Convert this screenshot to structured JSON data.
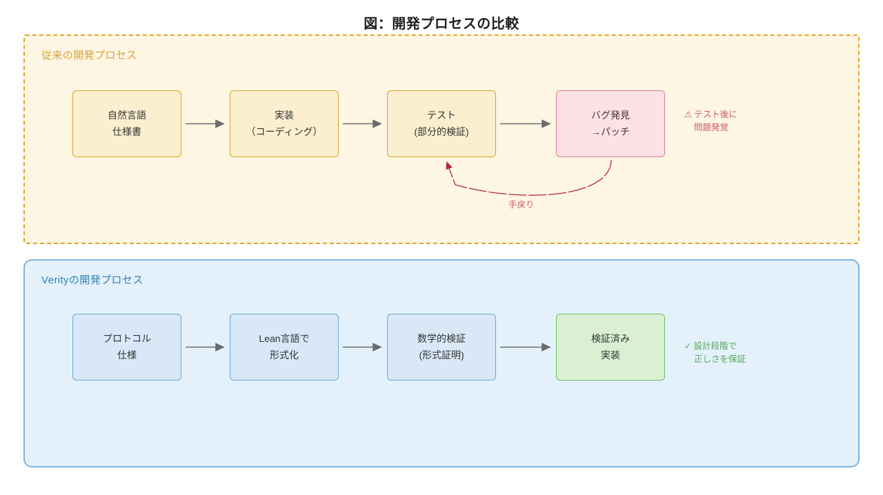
{
  "title": "図：開発プロセスの比較",
  "panels": {
    "legacy": {
      "title": "従来の開発プロセス",
      "style": "dashed",
      "accent": "#e2a52c",
      "background": "#fdf6e3",
      "nodes": [
        {
          "line1": "自然言語",
          "line2": "仕様書",
          "color": "amber"
        },
        {
          "line1": "実装",
          "line2": "（コーディング）",
          "color": "amber"
        },
        {
          "line1": "テスト",
          "line2": "(部分的検証)",
          "color": "amber"
        },
        {
          "line1": "バグ発見",
          "line2": "→パッチ",
          "color": "pink"
        }
      ],
      "note": {
        "mark": "⚠",
        "line1": "テスト後に",
        "line2": "問題発覚",
        "color": "#cc5b6e"
      },
      "feedback": {
        "label": "手戻り",
        "color": "#b5243f",
        "from": "バグ発見→パッチ",
        "to": "テスト(部分的検証)"
      }
    },
    "verity": {
      "title": "Verityの開発プロセス",
      "style": "solid",
      "accent": "#7cb4dd",
      "background": "#e4f1fb",
      "nodes": [
        {
          "line1": "プロトコル",
          "line2": "仕様",
          "color": "blue"
        },
        {
          "line1": "Lean言語で",
          "line2": "形式化",
          "color": "blue"
        },
        {
          "line1": "数学的検証",
          "line2": "(形式証明)",
          "color": "blue"
        },
        {
          "line1": "検証済み",
          "line2": "実装",
          "color": "green"
        }
      ],
      "note": {
        "mark": "✓",
        "line1": "設計段階で",
        "line2": "正しさを保証",
        "color": "#55a657"
      }
    }
  },
  "connector": {
    "color": "#6b6b6b",
    "icon": "arrow-right-icon"
  }
}
